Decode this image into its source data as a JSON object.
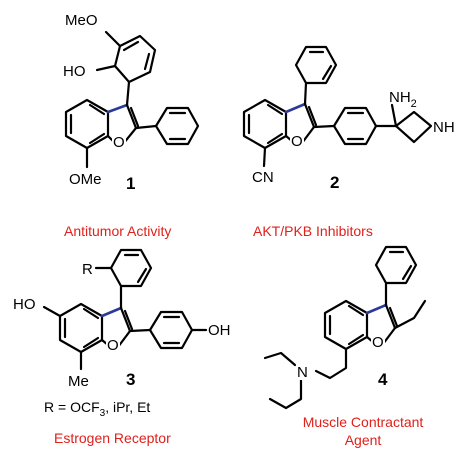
{
  "compounds": [
    {
      "number": "1",
      "caption": "Antitumor Activity",
      "labels": {
        "meo": "MeO",
        "ho": "HO",
        "o": "O",
        "ome": "OMe"
      }
    },
    {
      "number": "2",
      "caption": "AKT/PKB Inhibitors",
      "labels": {
        "nh2": "NH",
        "nh2_sub": "2",
        "nh": "NH",
        "o": "O",
        "cn": "CN"
      }
    },
    {
      "number": "3",
      "caption": "Estrogen Receptor",
      "labels": {
        "r": "R",
        "ho": "HO",
        "oh": "OH",
        "o": "O",
        "me": "Me"
      },
      "r_definition": {
        "prefix": "R = OCF",
        "sub": "3",
        "suffix": ", iPr, Et"
      }
    },
    {
      "number": "4",
      "caption_lines": [
        "Muscle Contractant",
        "Agent"
      ],
      "labels": {
        "n": "N",
        "o": "O"
      }
    }
  ],
  "colors": {
    "caption": "#e0201b",
    "highlight_bond": "#2b3a9a",
    "bond": "#000000"
  }
}
